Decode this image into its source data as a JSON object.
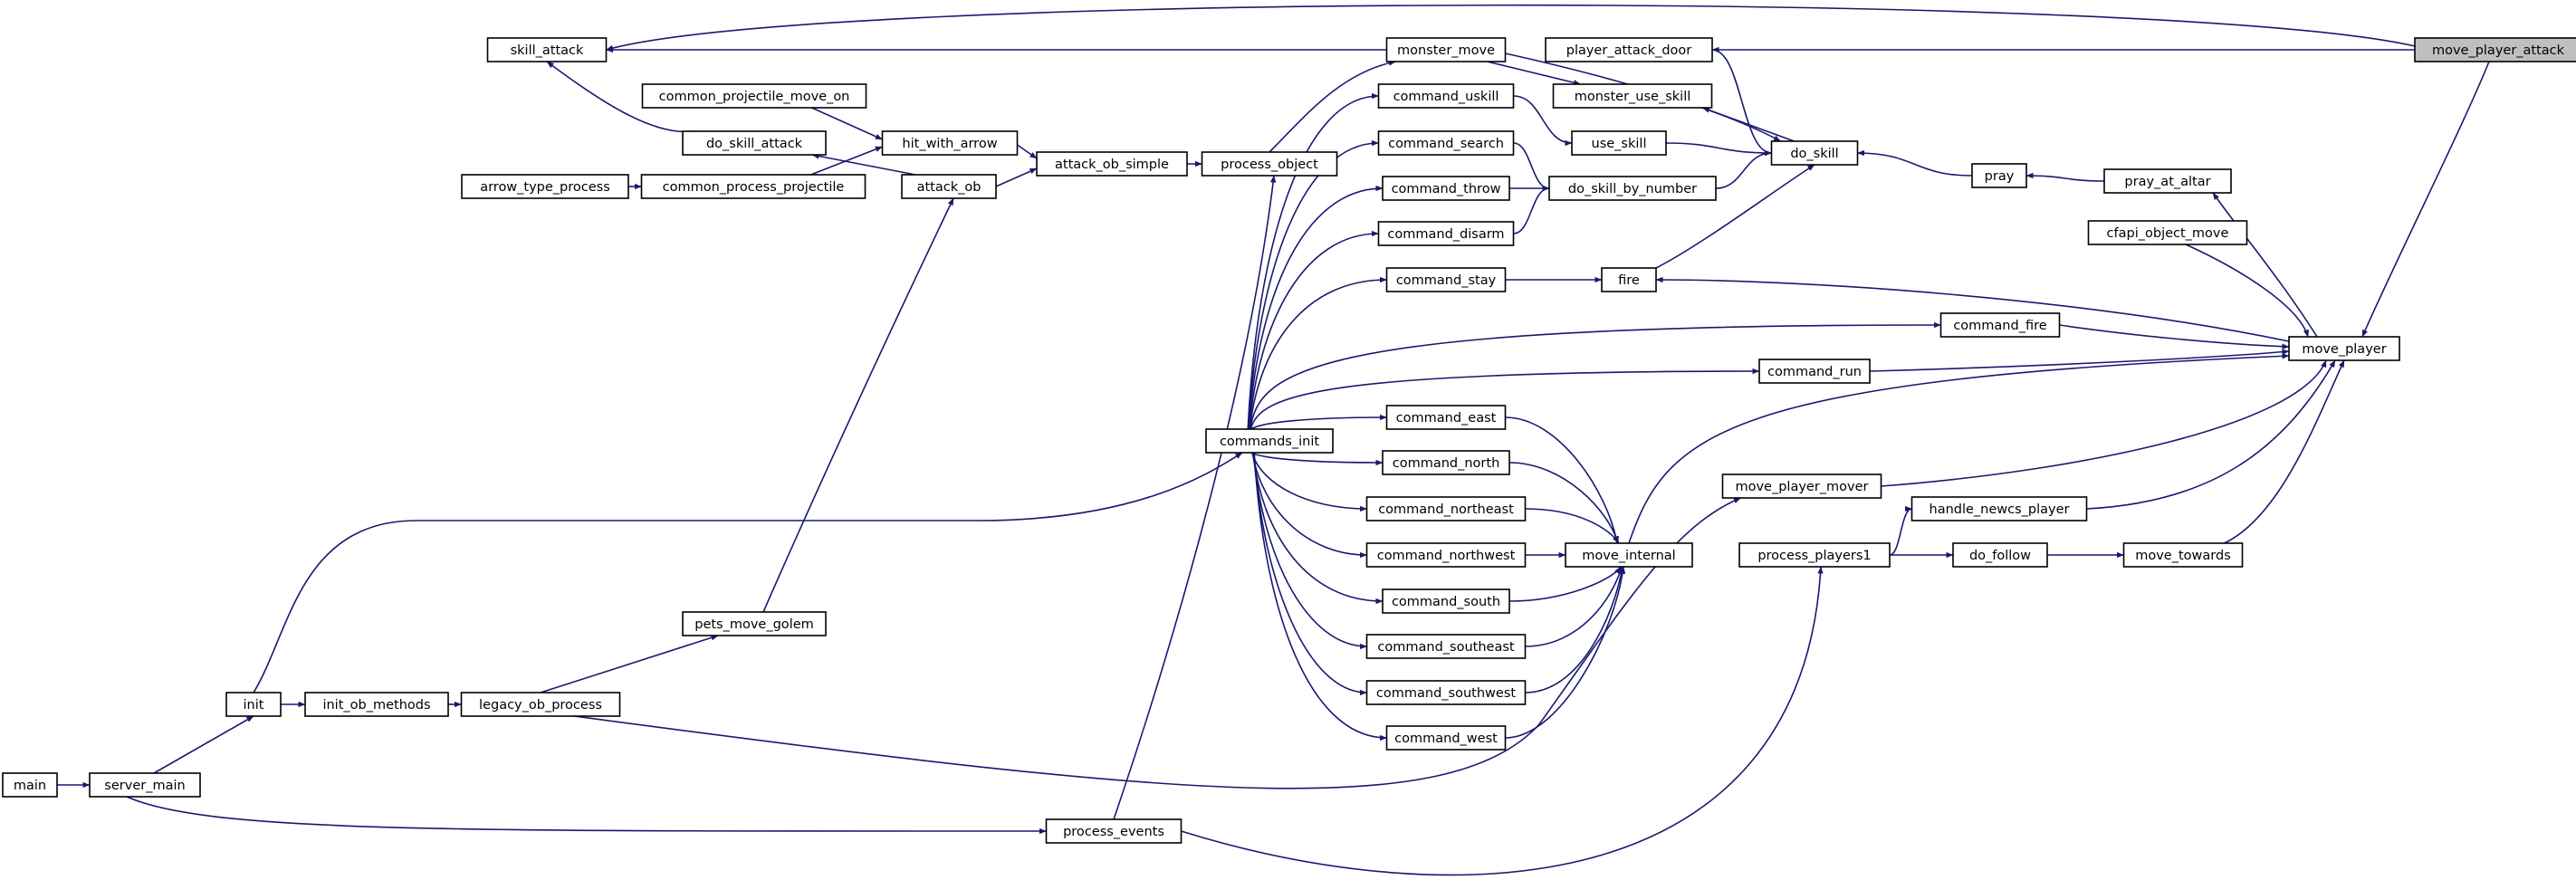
{
  "diagram": {
    "colors": {
      "edge": "#191970",
      "node_border": "#000000",
      "node_fill": "#ffffff",
      "root_fill": "#bfbfbf",
      "truncated_border": "#ff0000",
      "label": "#000000"
    },
    "nodes": [
      {
        "id": "move_player_attack",
        "label": "move_player_attack",
        "style": "root"
      },
      {
        "id": "skill_attack",
        "label": "skill_attack",
        "style": "truncated"
      },
      {
        "id": "monster_move",
        "label": "monster_move",
        "style": "normal"
      },
      {
        "id": "player_attack_door",
        "label": "player_attack_door",
        "style": "normal"
      },
      {
        "id": "monster_use_skill",
        "label": "monster_use_skill",
        "style": "normal"
      },
      {
        "id": "common_projectile_move_on",
        "label": "common_projectile_move_on",
        "style": "truncated"
      },
      {
        "id": "command_uskill",
        "label": "command_uskill",
        "style": "normal"
      },
      {
        "id": "use_skill",
        "label": "use_skill",
        "style": "normal"
      },
      {
        "id": "hit_with_arrow",
        "label": "hit_with_arrow",
        "style": "normal"
      },
      {
        "id": "do_skill_attack",
        "label": "do_skill_attack",
        "style": "normal"
      },
      {
        "id": "command_search",
        "label": "command_search",
        "style": "normal"
      },
      {
        "id": "do_skill",
        "label": "do_skill",
        "style": "normal"
      },
      {
        "id": "attack_ob_simple",
        "label": "attack_ob_simple",
        "style": "normal"
      },
      {
        "id": "process_object",
        "label": "process_object",
        "style": "normal"
      },
      {
        "id": "pray",
        "label": "pray",
        "style": "normal"
      },
      {
        "id": "pray_at_altar",
        "label": "pray_at_altar",
        "style": "normal"
      },
      {
        "id": "arrow_type_process",
        "label": "arrow_type_process",
        "style": "truncated"
      },
      {
        "id": "common_process_projectile",
        "label": "common_process_projectile",
        "style": "truncated"
      },
      {
        "id": "attack_ob",
        "label": "attack_ob",
        "style": "normal"
      },
      {
        "id": "command_throw",
        "label": "command_throw",
        "style": "normal"
      },
      {
        "id": "do_skill_by_number",
        "label": "do_skill_by_number",
        "style": "normal"
      },
      {
        "id": "command_disarm",
        "label": "command_disarm",
        "style": "normal"
      },
      {
        "id": "cfapi_object_move",
        "label": "cfapi_object_move",
        "style": "normal"
      },
      {
        "id": "command_stay",
        "label": "command_stay",
        "style": "normal"
      },
      {
        "id": "fire",
        "label": "fire",
        "style": "normal"
      },
      {
        "id": "command_fire",
        "label": "command_fire",
        "style": "normal"
      },
      {
        "id": "move_player",
        "label": "move_player",
        "style": "normal"
      },
      {
        "id": "command_run",
        "label": "command_run",
        "style": "normal"
      },
      {
        "id": "command_east",
        "label": "command_east",
        "style": "normal"
      },
      {
        "id": "commands_init",
        "label": "commands_init",
        "style": "normal"
      },
      {
        "id": "command_north",
        "label": "command_north",
        "style": "normal"
      },
      {
        "id": "move_player_mover",
        "label": "move_player_mover",
        "style": "normal"
      },
      {
        "id": "command_northeast",
        "label": "command_northeast",
        "style": "normal"
      },
      {
        "id": "handle_newcs_player",
        "label": "handle_newcs_player",
        "style": "normal"
      },
      {
        "id": "command_northwest",
        "label": "command_northwest",
        "style": "normal"
      },
      {
        "id": "move_internal",
        "label": "move_internal",
        "style": "normal"
      },
      {
        "id": "process_players1",
        "label": "process_players1",
        "style": "normal"
      },
      {
        "id": "do_follow",
        "label": "do_follow",
        "style": "normal"
      },
      {
        "id": "move_towards",
        "label": "move_towards",
        "style": "normal"
      },
      {
        "id": "command_south",
        "label": "command_south",
        "style": "normal"
      },
      {
        "id": "pets_move_golem",
        "label": "pets_move_golem",
        "style": "normal"
      },
      {
        "id": "command_southeast",
        "label": "command_southeast",
        "style": "normal"
      },
      {
        "id": "command_southwest",
        "label": "command_southwest",
        "style": "normal"
      },
      {
        "id": "init",
        "label": "init",
        "style": "normal"
      },
      {
        "id": "init_ob_methods",
        "label": "init_ob_methods",
        "style": "normal"
      },
      {
        "id": "legacy_ob_process",
        "label": "legacy_ob_process",
        "style": "normal"
      },
      {
        "id": "command_west",
        "label": "command_west",
        "style": "normal"
      },
      {
        "id": "main",
        "label": "main",
        "style": "normal"
      },
      {
        "id": "server_main",
        "label": "server_main",
        "style": "normal"
      },
      {
        "id": "process_events",
        "label": "process_events",
        "style": "normal"
      }
    ],
    "edges": [
      {
        "from": "move_player_attack",
        "to": "skill_attack"
      },
      {
        "from": "move_player_attack",
        "to": "player_attack_door"
      },
      {
        "from": "move_player_attack",
        "to": "move_player"
      },
      {
        "from": "monster_move",
        "to": "skill_attack"
      },
      {
        "from": "do_skill_attack",
        "to": "skill_attack"
      },
      {
        "from": "player_attack_door",
        "to": "do_skill"
      },
      {
        "from": "monster_move",
        "to": "do_skill"
      },
      {
        "from": "process_object",
        "to": "monster_move"
      },
      {
        "from": "use_skill",
        "to": "do_skill"
      },
      {
        "from": "do_skill_by_number",
        "to": "do_skill"
      },
      {
        "from": "fire",
        "to": "do_skill"
      },
      {
        "from": "pray",
        "to": "do_skill"
      },
      {
        "from": "pray_at_altar",
        "to": "pray"
      },
      {
        "from": "move_player",
        "to": "pray_at_altar"
      },
      {
        "from": "command_uskill",
        "to": "use_skill"
      },
      {
        "from": "command_search",
        "to": "do_skill_by_number"
      },
      {
        "from": "command_throw",
        "to": "do_skill_by_number"
      },
      {
        "from": "command_disarm",
        "to": "do_skill_by_number"
      },
      {
        "from": "command_stay",
        "to": "fire"
      },
      {
        "from": "move_player",
        "to": "fire"
      },
      {
        "from": "cfapi_object_move",
        "to": "move_player"
      },
      {
        "from": "command_fire",
        "to": "move_player"
      },
      {
        "from": "command_run",
        "to": "move_player"
      },
      {
        "from": "move_internal",
        "to": "move_player"
      },
      {
        "from": "move_player_mover",
        "to": "move_player"
      },
      {
        "from": "handle_newcs_player",
        "to": "move_player"
      },
      {
        "from": "move_towards",
        "to": "move_player"
      },
      {
        "from": "process_players1",
        "to": "handle_newcs_player"
      },
      {
        "from": "do_follow",
        "to": "move_towards"
      },
      {
        "from": "process_players1",
        "to": "do_follow"
      },
      {
        "from": "process_events",
        "to": "process_players1"
      },
      {
        "from": "legacy_ob_process",
        "to": "move_player_mover"
      },
      {
        "from": "command_east",
        "to": "move_internal"
      },
      {
        "from": "command_north",
        "to": "move_internal"
      },
      {
        "from": "command_northeast",
        "to": "move_internal"
      },
      {
        "from": "command_northwest",
        "to": "move_internal"
      },
      {
        "from": "command_south",
        "to": "move_internal"
      },
      {
        "from": "command_southeast",
        "to": "move_internal"
      },
      {
        "from": "command_southwest",
        "to": "move_internal"
      },
      {
        "from": "command_west",
        "to": "move_internal"
      },
      {
        "from": "commands_init",
        "to": "command_uskill"
      },
      {
        "from": "commands_init",
        "to": "command_search"
      },
      {
        "from": "commands_init",
        "to": "command_throw"
      },
      {
        "from": "commands_init",
        "to": "command_disarm"
      },
      {
        "from": "commands_init",
        "to": "command_stay"
      },
      {
        "from": "commands_init",
        "to": "command_fire"
      },
      {
        "from": "commands_init",
        "to": "command_run"
      },
      {
        "from": "commands_init",
        "to": "command_east"
      },
      {
        "from": "commands_init",
        "to": "command_north"
      },
      {
        "from": "commands_init",
        "to": "command_northeast"
      },
      {
        "from": "commands_init",
        "to": "command_northwest"
      },
      {
        "from": "commands_init",
        "to": "command_south"
      },
      {
        "from": "commands_init",
        "to": "command_southeast"
      },
      {
        "from": "commands_init",
        "to": "command_southwest"
      },
      {
        "from": "commands_init",
        "to": "command_west"
      },
      {
        "from": "init",
        "to": "commands_init"
      },
      {
        "from": "init",
        "to": "init_ob_methods"
      },
      {
        "from": "init_ob_methods",
        "to": "legacy_ob_process"
      },
      {
        "from": "legacy_ob_process",
        "to": "pets_move_golem"
      },
      {
        "from": "pets_move_golem",
        "to": "attack_ob"
      },
      {
        "from": "attack_ob",
        "to": "do_skill_attack"
      },
      {
        "from": "attack_ob",
        "to": "attack_ob_simple"
      },
      {
        "from": "hit_with_arrow",
        "to": "attack_ob_simple"
      },
      {
        "from": "common_projectile_move_on",
        "to": "hit_with_arrow"
      },
      {
        "from": "common_process_projectile",
        "to": "hit_with_arrow"
      },
      {
        "from": "arrow_type_process",
        "to": "common_process_projectile"
      },
      {
        "from": "attack_ob_simple",
        "to": "process_object"
      },
      {
        "from": "process_events",
        "to": "process_object"
      },
      {
        "from": "server_main",
        "to": "init"
      },
      {
        "from": "main",
        "to": "server_main"
      },
      {
        "from": "server_main",
        "to": "process_events"
      },
      {
        "from": "monster_move",
        "to": "monster_use_skill"
      },
      {
        "from": "monster_use_skill",
        "to": "do_skill"
      }
    ]
  }
}
